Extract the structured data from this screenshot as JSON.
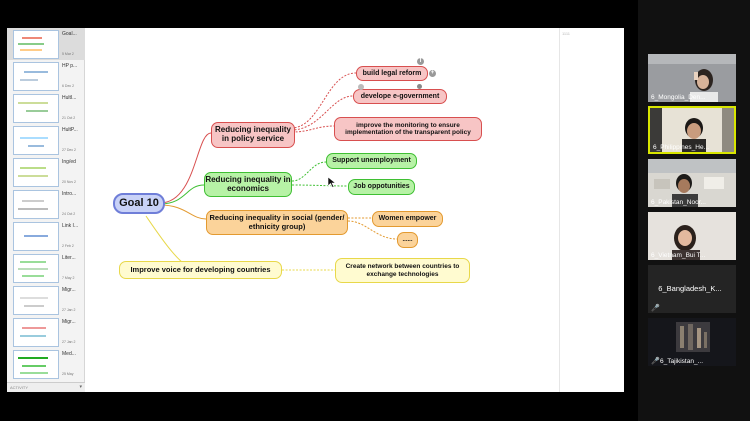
{
  "thumbnails": [
    {
      "title": "Goal...",
      "date": "5 Mar 2",
      "selected": true
    },
    {
      "title": "HP p...",
      "date": "6 Dec 2",
      "selected": false
    },
    {
      "title": "HultI...",
      "date": "21 Oct 2",
      "selected": false
    },
    {
      "title": "HultP...",
      "date": "27 Dec 2",
      "selected": false
    },
    {
      "title": "Ing/ed",
      "date": "20 Nov 2",
      "selected": false
    },
    {
      "title": "Intro...",
      "date": "24 Oct 2",
      "selected": false
    },
    {
      "title": "Link I...",
      "date": "2 Feb 2",
      "selected": false
    },
    {
      "title": "Liter...",
      "date": "7 May 2",
      "selected": false
    },
    {
      "title": "Migr...",
      "date": "27 Jan 2",
      "selected": false
    },
    {
      "title": "Migr...",
      "date": "27 Jan 2",
      "selected": false
    },
    {
      "title": "Med...",
      "date": "25 May",
      "selected": false
    }
  ],
  "sidebar_footer": "ACTIVITY",
  "canvas_tag": "1111",
  "mindmap": {
    "root": "Goal 10",
    "policy": "Reducing inequality in policy service",
    "legal": "build legal reform",
    "egov": "develope e-government",
    "monitoring": "improve the monitoring to ensure implementation of the transparent policy",
    "economics": "Reducing inequality in economics",
    "unemployment": "Support unemployment",
    "jobs": "Job oppotunities",
    "social": "Reducing inequality in social (gender/ ethnicity group)",
    "women": "Women empower",
    "more": "......",
    "voice": "Improve voice for developing countries",
    "network": "Create network between countries to exchange technologies",
    "badge_t": "T",
    "badge_plus": "+"
  },
  "participants": [
    {
      "name": "6_Mongolia_Den...",
      "video": true,
      "active": false
    },
    {
      "name": "6_Philippines_He...",
      "video": true,
      "active": true
    },
    {
      "name": "6_Pakistan_Noor...",
      "video": true,
      "active": false
    },
    {
      "name": "6_Vietnam_Bui T...",
      "video": true,
      "active": false
    },
    {
      "name": "6_Bangladesh_K...",
      "video": false,
      "active": false
    },
    {
      "name": "6_Tajikistan_...",
      "video": true,
      "active": false
    }
  ],
  "colors": {
    "red": "#d84f4f",
    "green": "#3fbf33",
    "orange": "#e39a30",
    "yellow": "#e8d84a",
    "root": "#6f7ed8",
    "active_speaker": "#d8e600"
  }
}
